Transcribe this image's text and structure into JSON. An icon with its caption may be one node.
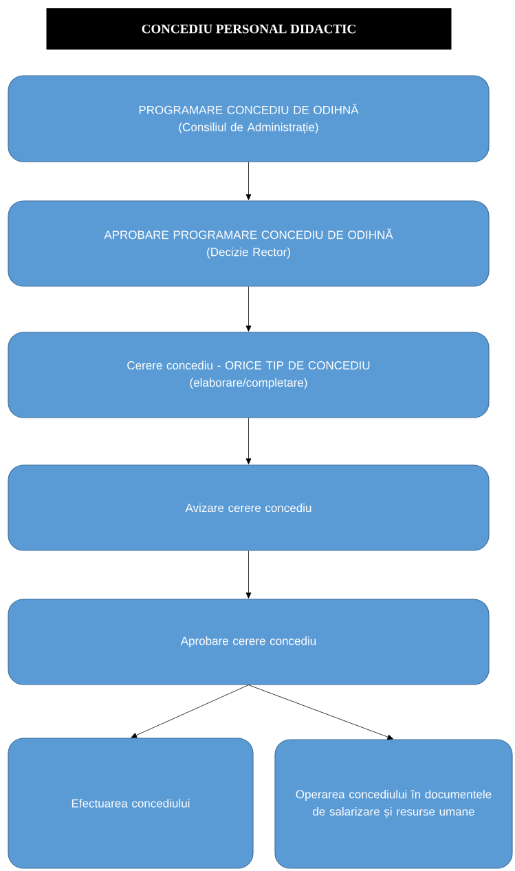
{
  "diagram": {
    "title": "CONCEDIU PERSONAL DIDACTIC",
    "nodes": [
      {
        "text": [
          "PROGRAMARE CONCEDIU DE ODIHNĂ",
          "(Consiliul de Administrație)"
        ]
      },
      {
        "text": [
          "APROBARE PROGRAMARE CONCEDIU DE ODIHNĂ",
          "(Decizie Rector)"
        ]
      },
      {
        "text": [
          "Cerere concediu - ORICE TIP DE CONCEDIU",
          "(elaborare/completare)"
        ]
      },
      {
        "text": [
          "Avizare cerere concediu"
        ]
      },
      {
        "text": [
          "Aprobare cerere concediu"
        ]
      },
      {
        "text": [
          "Efectuarea concediului"
        ]
      },
      {
        "text": [
          "Operarea concediului în documentele de salarizare și resurse umane"
        ]
      }
    ],
    "edges": [
      {
        "from": 0,
        "to": 1,
        "arrow": "to"
      },
      {
        "from": 1,
        "to": 2,
        "arrow": "to"
      },
      {
        "from": 2,
        "to": 3,
        "arrow": "to"
      },
      {
        "from": 3,
        "to": 4,
        "arrow": "to"
      },
      {
        "from": 4,
        "to": 5,
        "arrow": "to"
      },
      {
        "from": 4,
        "to": 6,
        "arrow": "to"
      }
    ]
  }
}
